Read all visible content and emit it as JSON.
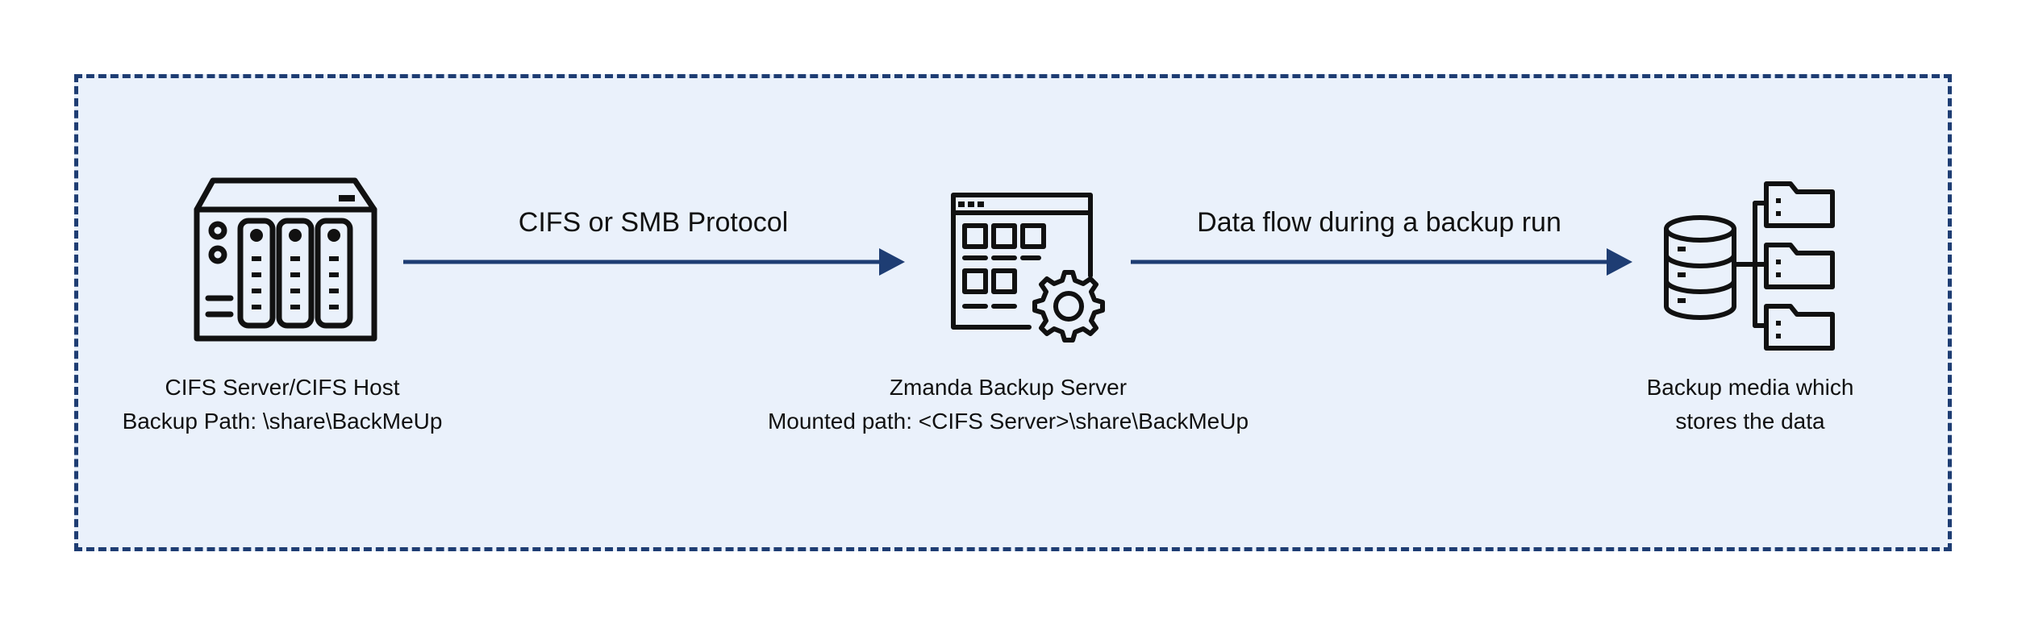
{
  "nodes": {
    "cifs_server": {
      "icon": "nas-server-icon",
      "lines": [
        "CIFS Server/CIFS Host",
        "Backup Path: \\share\\BackMeUp"
      ]
    },
    "backup_server": {
      "icon": "backup-server-gear-icon",
      "lines": [
        "Zmanda Backup Server",
        "Mounted path: <CIFS Server>\\share\\BackMeUp"
      ]
    },
    "backup_media": {
      "icon": "database-folders-icon",
      "lines": [
        "Backup media which",
        "stores the data"
      ]
    }
  },
  "edges": {
    "cifs_to_server": {
      "label": "CIFS or SMB Protocol"
    },
    "server_to_media": {
      "label": "Data flow during a backup run"
    }
  },
  "colors": {
    "frame_border": "#1e3d73",
    "frame_fill": "#eaf1fb",
    "arrow": "#1e3d73",
    "icon_stroke": "#111111"
  }
}
